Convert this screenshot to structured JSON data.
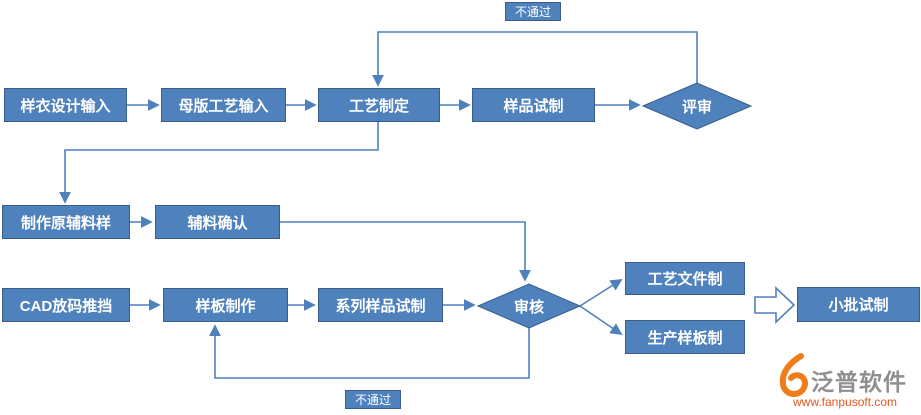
{
  "colors": {
    "node_fill": "#4f81bd",
    "node_border": "#385d8a",
    "connector": "#4f81bd",
    "watermark_brand": "#8f8f8f",
    "watermark_url": "#e8541f"
  },
  "nodes": {
    "sample_design_input": "样衣设计输入",
    "master_process_input": "母版工艺输入",
    "process_define": "工艺制定",
    "sample_trial": "样品试制",
    "review": "评审",
    "make_raw_material_sample": "制作原辅料样",
    "material_confirm": "辅料确认",
    "cad_grading": "CAD放码推挡",
    "pattern_making": "样板制作",
    "series_sample_trial": "系列样品试制",
    "audit": "审核",
    "process_document": "工艺文件制",
    "production_pattern": "生产样板制",
    "small_batch_trial": "小批试制"
  },
  "labels": {
    "fail_top": "不通过",
    "fail_bottom": "不通过"
  },
  "watermark": {
    "brand": "泛普软件",
    "url": "www.fanpusoft.com"
  }
}
